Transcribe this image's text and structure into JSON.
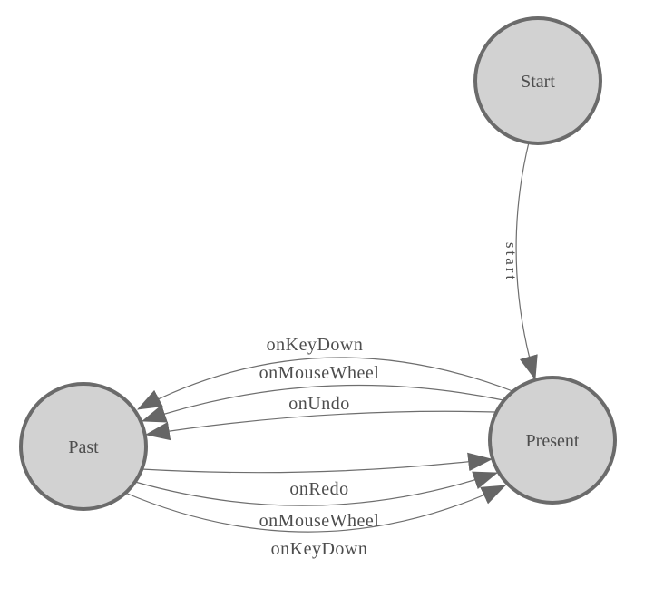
{
  "diagram": {
    "type": "state-machine",
    "colors": {
      "background": "#ffffff",
      "node_fill": "#d2d2d2",
      "node_stroke": "#6b6b6b",
      "edge_stroke": "#6e6e6e",
      "arrow_fill": "#666666",
      "label_text": "#4d4d4d"
    },
    "nodes": [
      {
        "id": "start",
        "label": "Start"
      },
      {
        "id": "present",
        "label": "Present"
      },
      {
        "id": "past",
        "label": "Past"
      }
    ],
    "edges": [
      {
        "from": "Start",
        "to": "Present",
        "label": "start"
      },
      {
        "from": "Present",
        "to": "Past",
        "label": "onKeyDown"
      },
      {
        "from": "Present",
        "to": "Past",
        "label": "onMouseWheel"
      },
      {
        "from": "Present",
        "to": "Past",
        "label": "onUndo"
      },
      {
        "from": "Past",
        "to": "Present",
        "label": "onRedo"
      },
      {
        "from": "Past",
        "to": "Present",
        "label": "onMouseWheel"
      },
      {
        "from": "Past",
        "to": "Present",
        "label": "onKeyDown"
      }
    ]
  }
}
